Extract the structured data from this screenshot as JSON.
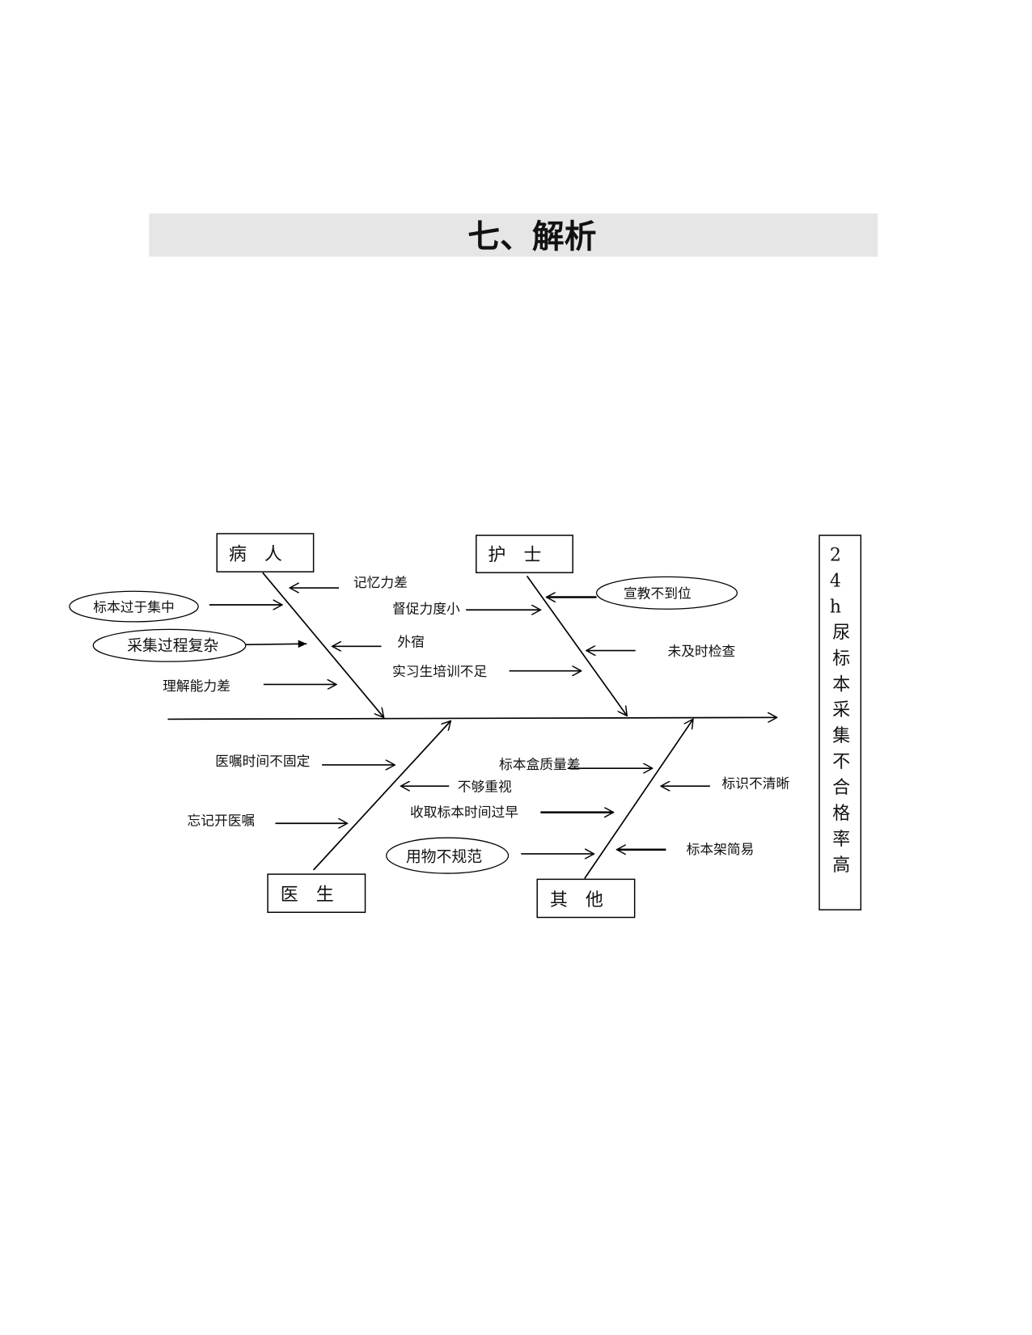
{
  "title": "七、解析",
  "effect": {
    "chars": [
      "2",
      "4",
      "h",
      "尿",
      "标",
      "本",
      "采",
      "集",
      "不",
      "合",
      "格",
      "率",
      "高"
    ]
  },
  "categories": {
    "patient": "病　人",
    "nurse": "护　士",
    "doctor": "医　生",
    "other": "其　他"
  },
  "causes": {
    "patient": [
      "记忆力差",
      "标本过于集中",
      "采集过程复杂",
      "理解能力差"
    ],
    "nurse": [
      "督促力度小",
      "外宿",
      "实习生培训不足",
      "宣教不到位",
      "未及时检查"
    ],
    "doctor": [
      "医嘱时间不固定",
      "忘记开医嘱",
      "不够重视",
      "收取标本时间过早",
      "用物不规范"
    ],
    "other": [
      "标本盒质量差",
      "标识不清晰",
      "标本架简易"
    ]
  }
}
